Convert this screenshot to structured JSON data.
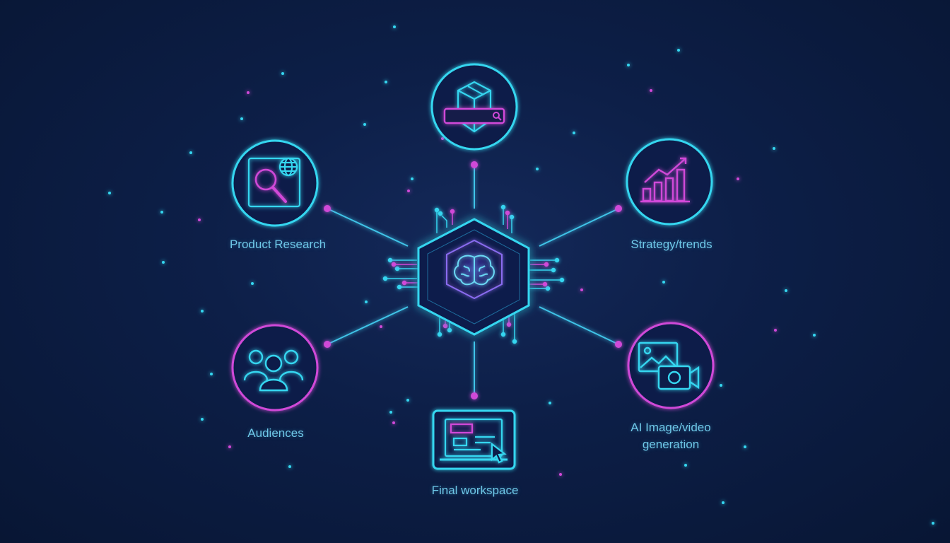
{
  "colors": {
    "background": "#0d1f48",
    "cyan": "#35d6f0",
    "magenta": "#d04ad8",
    "label": "#6fc8e8"
  },
  "hub": {
    "icon": "brain-chip-icon"
  },
  "nodes": {
    "product_research": {
      "label": "Product Research",
      "icon": "magnifier-globe-icon"
    },
    "top": {
      "label": "",
      "icon": "package-search-icon"
    },
    "strategy": {
      "label": "Strategy/trends",
      "icon": "rising-bar-chart-icon"
    },
    "audiences": {
      "label": "Audiences",
      "icon": "people-group-icon"
    },
    "workspace": {
      "label": "Final workspace",
      "icon": "laptop-cursor-icon"
    },
    "ai_media": {
      "label_line1": "AI Image/video",
      "label_line2": "generation",
      "icon": "image-camera-icon"
    }
  }
}
